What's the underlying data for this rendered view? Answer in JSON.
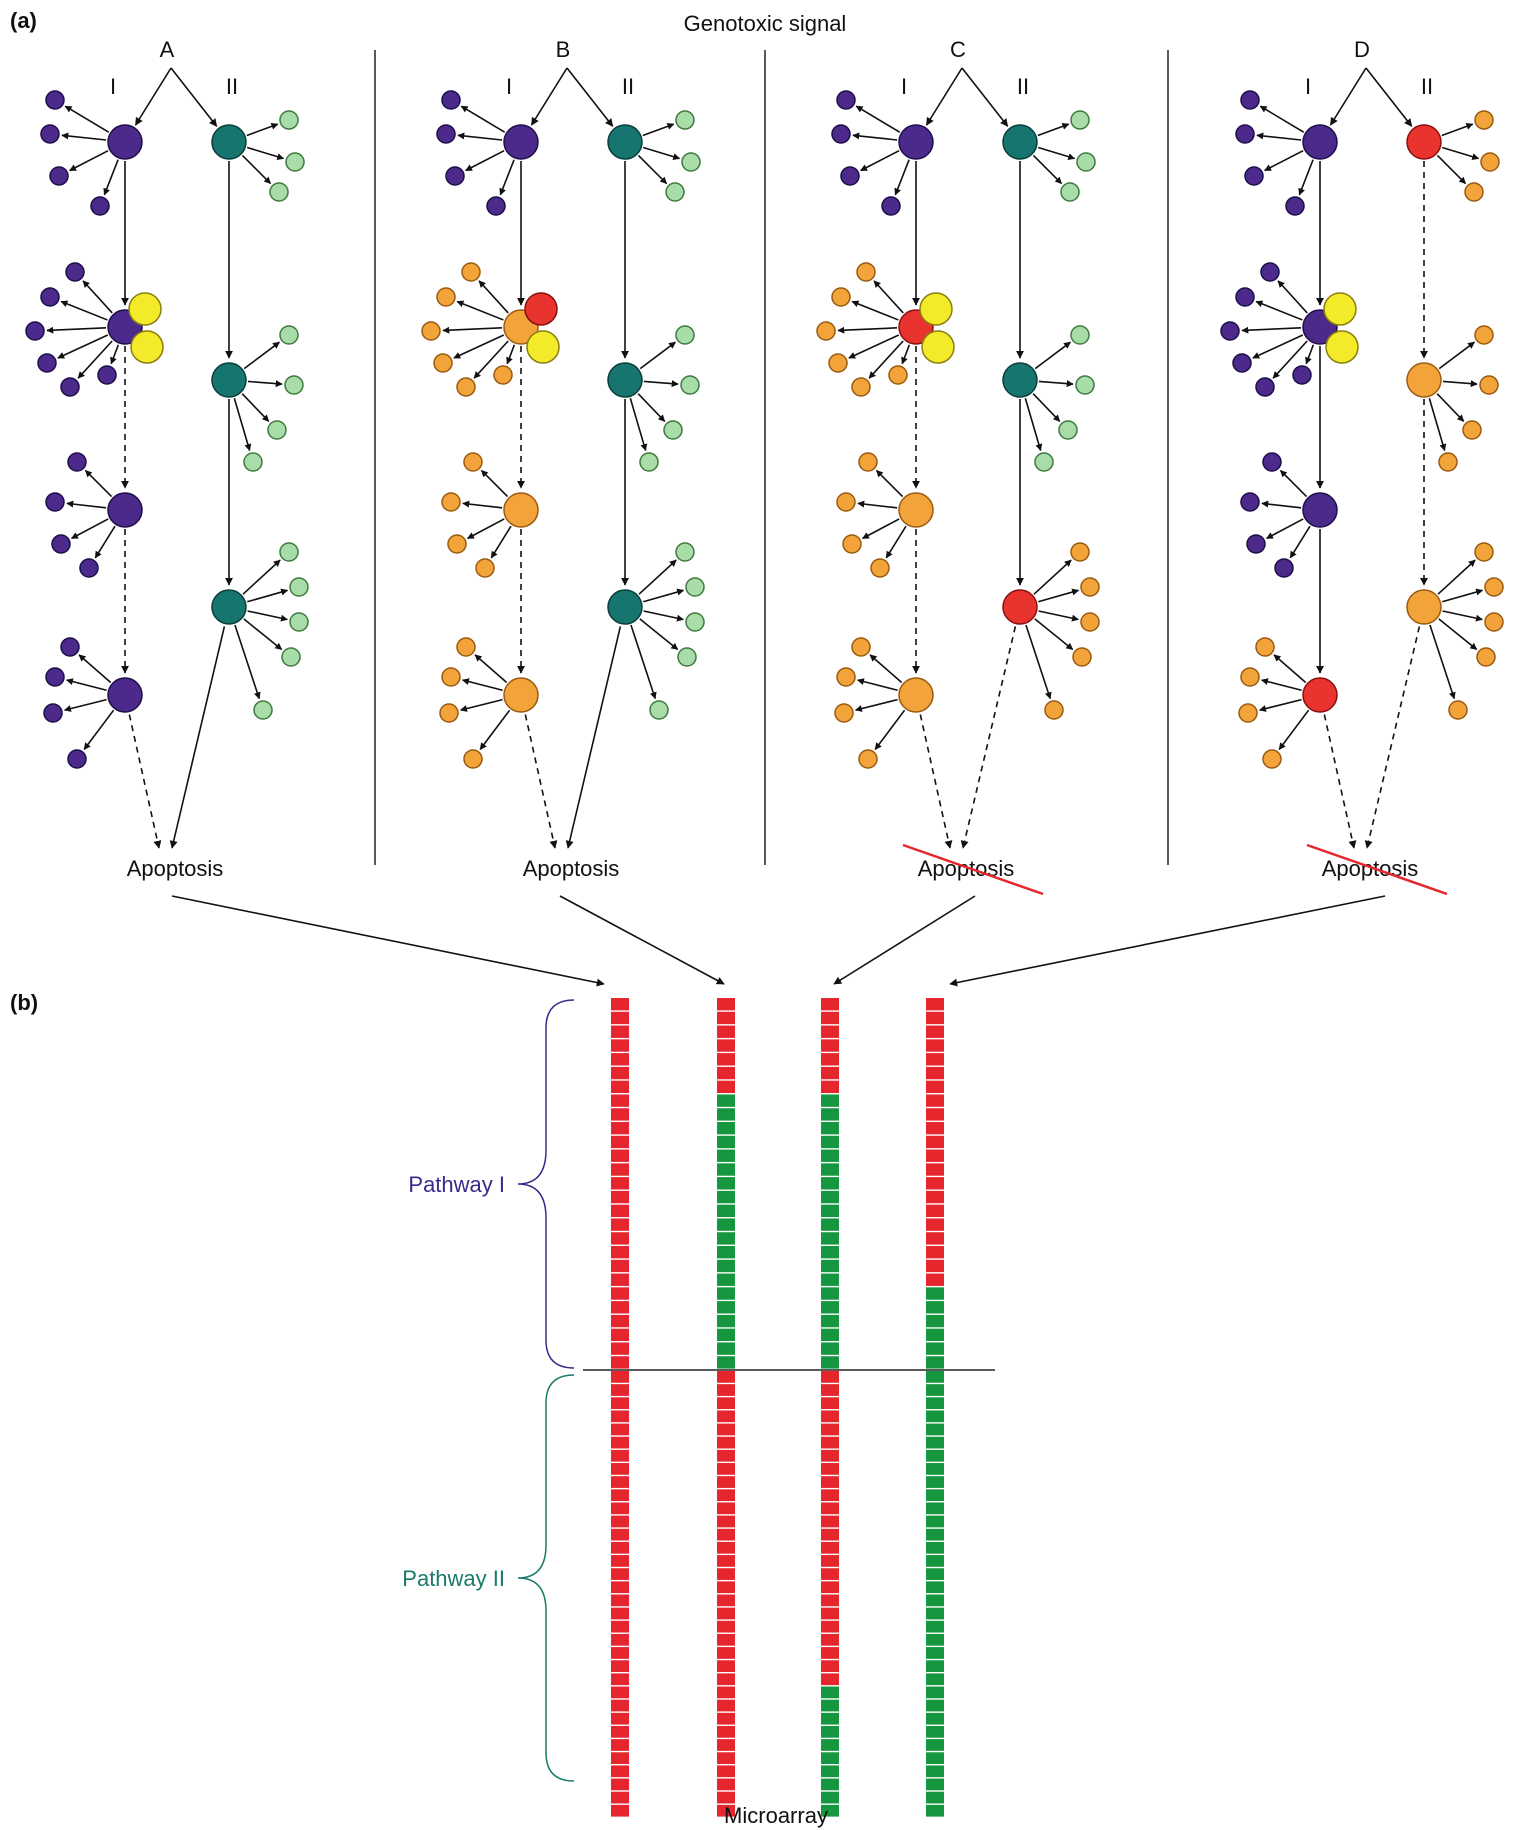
{
  "panel_labels": {
    "a": "(a)",
    "b": "(b)"
  },
  "signal_label": "Genotoxic signal",
  "pathway_numerals": {
    "one": "I",
    "two": "II"
  },
  "outcome_label": "Apoptosis",
  "brace_labels": {
    "pathway1": "Pathway I",
    "pathway2": "Pathway II"
  },
  "microarray_label": "Microarray",
  "colors": {
    "pathway1_node": "#4b2a8c",
    "pathway2_node": "#17756f",
    "pathway2_target": "#a8dca8",
    "altered_node": "#f2a33a",
    "mutant_node": "#e8332e",
    "cofactor": "#f3ea2a",
    "array_up": "#e5262c",
    "array_down": "#16973f",
    "pathway1_label": "#3a2a8a",
    "pathway2_label": "#1b7a6a",
    "strike": "#e5262c"
  },
  "scenarios": [
    {
      "label": "A",
      "apoptosis_blocked": false,
      "pathway1": [
        {
          "node": "p",
          "link": "solid",
          "cofactors": [],
          "targets": "p"
        },
        {
          "node": "p",
          "link": "solid",
          "cofactors": [
            "y",
            "y"
          ],
          "targets": "p"
        },
        {
          "node": "p",
          "link": "dashed",
          "cofactors": [],
          "targets": "p"
        },
        {
          "node": "p",
          "link": "dashed",
          "cofactors": [],
          "targets": "p"
        }
      ],
      "pathway1_outcome_link": "dashed",
      "pathway2": [
        {
          "node": "t",
          "link": "solid",
          "targets": "g"
        },
        {
          "node": "t",
          "link": "solid",
          "targets": "g"
        },
        {
          "node": "t",
          "link": "solid",
          "targets": "g"
        }
      ],
      "pathway2_outcome_link": "solid"
    },
    {
      "label": "B",
      "apoptosis_blocked": false,
      "pathway1": [
        {
          "node": "p",
          "link": "solid",
          "cofactors": [],
          "targets": "p"
        },
        {
          "node": "o",
          "link": "solid",
          "cofactors": [
            "r",
            "y"
          ],
          "targets": "o"
        },
        {
          "node": "o",
          "link": "dashed",
          "cofactors": [],
          "targets": "o"
        },
        {
          "node": "o",
          "link": "dashed",
          "cofactors": [],
          "targets": "o"
        }
      ],
      "pathway1_outcome_link": "dashed",
      "pathway2": [
        {
          "node": "t",
          "link": "solid",
          "targets": "g"
        },
        {
          "node": "t",
          "link": "solid",
          "targets": "g"
        },
        {
          "node": "t",
          "link": "solid",
          "targets": "g"
        }
      ],
      "pathway2_outcome_link": "solid"
    },
    {
      "label": "C",
      "apoptosis_blocked": true,
      "pathway1": [
        {
          "node": "p",
          "link": "solid",
          "cofactors": [],
          "targets": "p"
        },
        {
          "node": "r",
          "link": "solid",
          "cofactors": [
            "y",
            "y"
          ],
          "targets": "o"
        },
        {
          "node": "o",
          "link": "dashed",
          "cofactors": [],
          "targets": "o"
        },
        {
          "node": "o",
          "link": "dashed",
          "cofactors": [],
          "targets": "o"
        }
      ],
      "pathway1_outcome_link": "dashed",
      "pathway2": [
        {
          "node": "t",
          "link": "solid",
          "targets": "g"
        },
        {
          "node": "t",
          "link": "solid",
          "targets": "g"
        },
        {
          "node": "r",
          "link": "solid",
          "targets": "o"
        }
      ],
      "pathway2_outcome_link": "dashed"
    },
    {
      "label": "D",
      "apoptosis_blocked": true,
      "pathway1": [
        {
          "node": "p",
          "link": "solid",
          "cofactors": [],
          "targets": "p"
        },
        {
          "node": "p",
          "link": "solid",
          "cofactors": [
            "y",
            "y"
          ],
          "targets": "p"
        },
        {
          "node": "p",
          "link": "solid",
          "cofactors": [],
          "targets": "p"
        },
        {
          "node": "r",
          "link": "solid",
          "cofactors": [],
          "targets": "o"
        }
      ],
      "pathway1_outcome_link": "dashed",
      "pathway2": [
        {
          "node": "r",
          "link": "solid",
          "targets": "o"
        },
        {
          "node": "o",
          "link": "dashed",
          "targets": "o"
        },
        {
          "node": "o",
          "link": "dashed",
          "targets": "o"
        }
      ],
      "pathway2_outcome_link": "dashed"
    }
  ],
  "microarray": {
    "rows_pathway1": 27,
    "rows_pathway2": 34,
    "columns": [
      {
        "scenario": "A",
        "pathway1_up_rows": 27,
        "pathway2_up_rows": 34
      },
      {
        "scenario": "B",
        "pathway1_up_rows": 7,
        "pathway2_up_rows": 34
      },
      {
        "scenario": "C",
        "pathway1_up_rows": 7,
        "pathway2_up_rows": 24
      },
      {
        "scenario": "D",
        "pathway1_up_rows": 21,
        "pathway2_up_rows": 0
      }
    ]
  }
}
